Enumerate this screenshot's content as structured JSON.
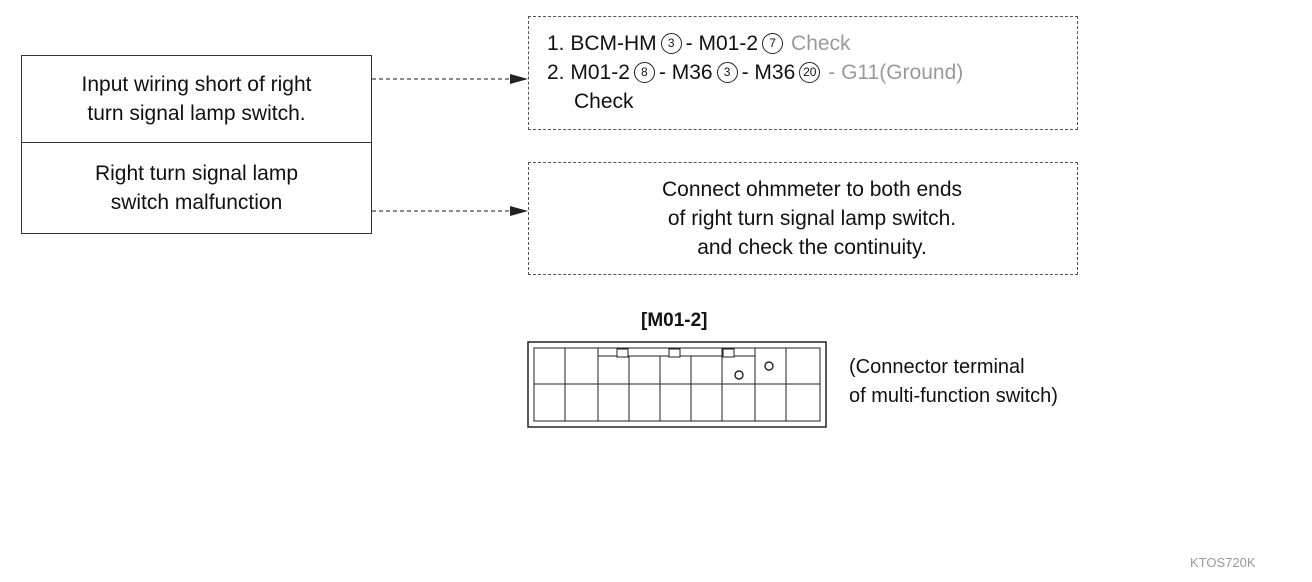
{
  "causes": [
    {
      "line1": "Input wiring short of right",
      "line2": "turn signal lamp switch."
    },
    {
      "line1": "Right turn signal lamp",
      "line2": "switch malfunction"
    }
  ],
  "check_items": {
    "item1": {
      "prefix": "1. BCM-HM",
      "c1": "3",
      "mid": "- M01-2",
      "c2": "7",
      "suffix": "Check"
    },
    "item2": {
      "prefix": "2. M01-2",
      "c1": "8",
      "mid1": "- M36",
      "c2": "3",
      "mid2": "- M36",
      "c3": "20",
      "suffix": "- G11(Ground)",
      "line2": "Check"
    }
  },
  "ohmmeter": {
    "line1": "Connect ohmmeter to both ends",
    "line2": "of right turn signal lamp switch.",
    "line3": "and check the continuity."
  },
  "connector": {
    "label": "[M01-2]",
    "note_line1": "(Connector terminal",
    "note_line2": "of multi-function switch)"
  },
  "figure_code": "KTOS720K"
}
